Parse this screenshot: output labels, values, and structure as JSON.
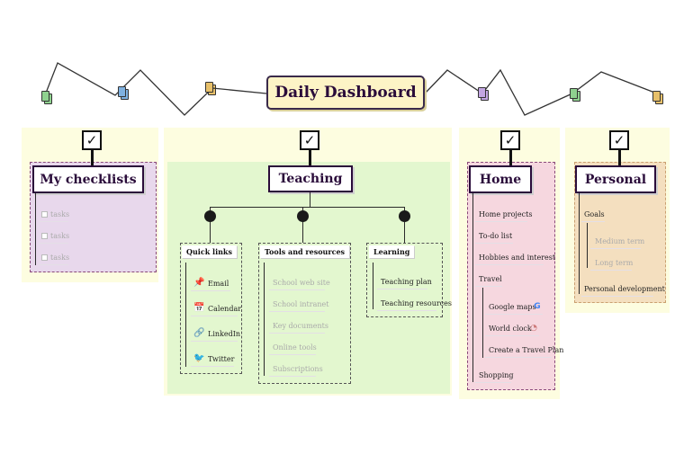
{
  "title": "Daily Dashboard",
  "colors": {
    "panel_bg": "#fdfde0",
    "checklists_bg": "#e8d8ec",
    "teaching_bg": "#e3f7cf",
    "home_bg": "#f6d7df",
    "personal_bg": "#f4dfbf",
    "title_bg": "#fdf4c6",
    "ink": "#2a0c3a"
  },
  "checklists": {
    "title": "My checklists",
    "items": [
      "tasks",
      "tasks",
      "tasks"
    ]
  },
  "teaching": {
    "title": "Teaching",
    "quick_links": {
      "title": "Quick links",
      "items": [
        {
          "label": "Email",
          "icon": "pushpin-icon"
        },
        {
          "label": "Calendar",
          "icon": "calendar-icon"
        },
        {
          "label": "LinkedIn",
          "icon": "link-icon"
        },
        {
          "label": "Twitter",
          "icon": "bird-icon"
        }
      ]
    },
    "tools": {
      "title": "Tools and resources",
      "items": [
        "School web site",
        "School intranet",
        "Key documents",
        "Online tools",
        "Subscriptions"
      ]
    },
    "learning": {
      "title": "Learning",
      "items": [
        "Teaching plan",
        "Teaching resources"
      ]
    }
  },
  "home": {
    "title": "Home",
    "items": [
      "Home projects",
      "To-do list",
      "Hobbies and interest",
      "Travel",
      "Shopping"
    ],
    "travel_items": [
      {
        "label": "Google maps",
        "icon": "google-icon"
      },
      {
        "label": "World clock",
        "icon": "clock-icon"
      },
      {
        "label": "Create a Travel  Plan",
        "icon": ""
      }
    ]
  },
  "personal": {
    "title": "Personal",
    "items": [
      "Goals",
      "Personal development"
    ],
    "goal_items": [
      "Medium term",
      "Long term"
    ]
  }
}
